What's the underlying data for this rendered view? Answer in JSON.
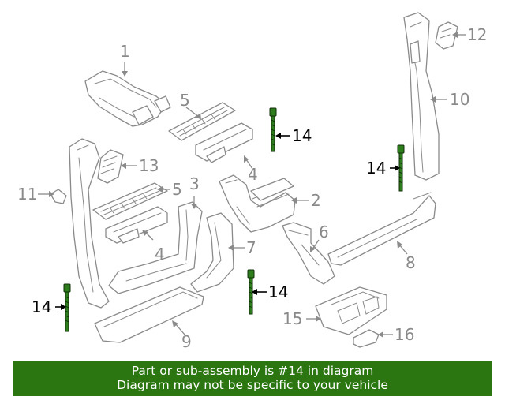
{
  "diagram": {
    "callouts": {
      "c1": "1",
      "c2": "2",
      "c3": "3",
      "c4a": "4",
      "c4b": "4",
      "c5a": "5",
      "c5b": "5",
      "c6": "6",
      "c7": "7",
      "c8": "8",
      "c9": "9",
      "c10": "10",
      "c11": "11",
      "c12": "12",
      "c13": "13",
      "c14a": "14",
      "c14b": "14",
      "c14c": "14",
      "c14d": "14",
      "c15": "15",
      "c16": "16"
    },
    "highlighted_part": "14",
    "highlight_color": "#2e7d1c",
    "line_color": "#8a8a8a"
  },
  "banner": {
    "line1": "Part or sub-assembly is #14 in diagram",
    "line2": "Diagram may not be specific to your vehicle",
    "background": "#2b7611"
  }
}
